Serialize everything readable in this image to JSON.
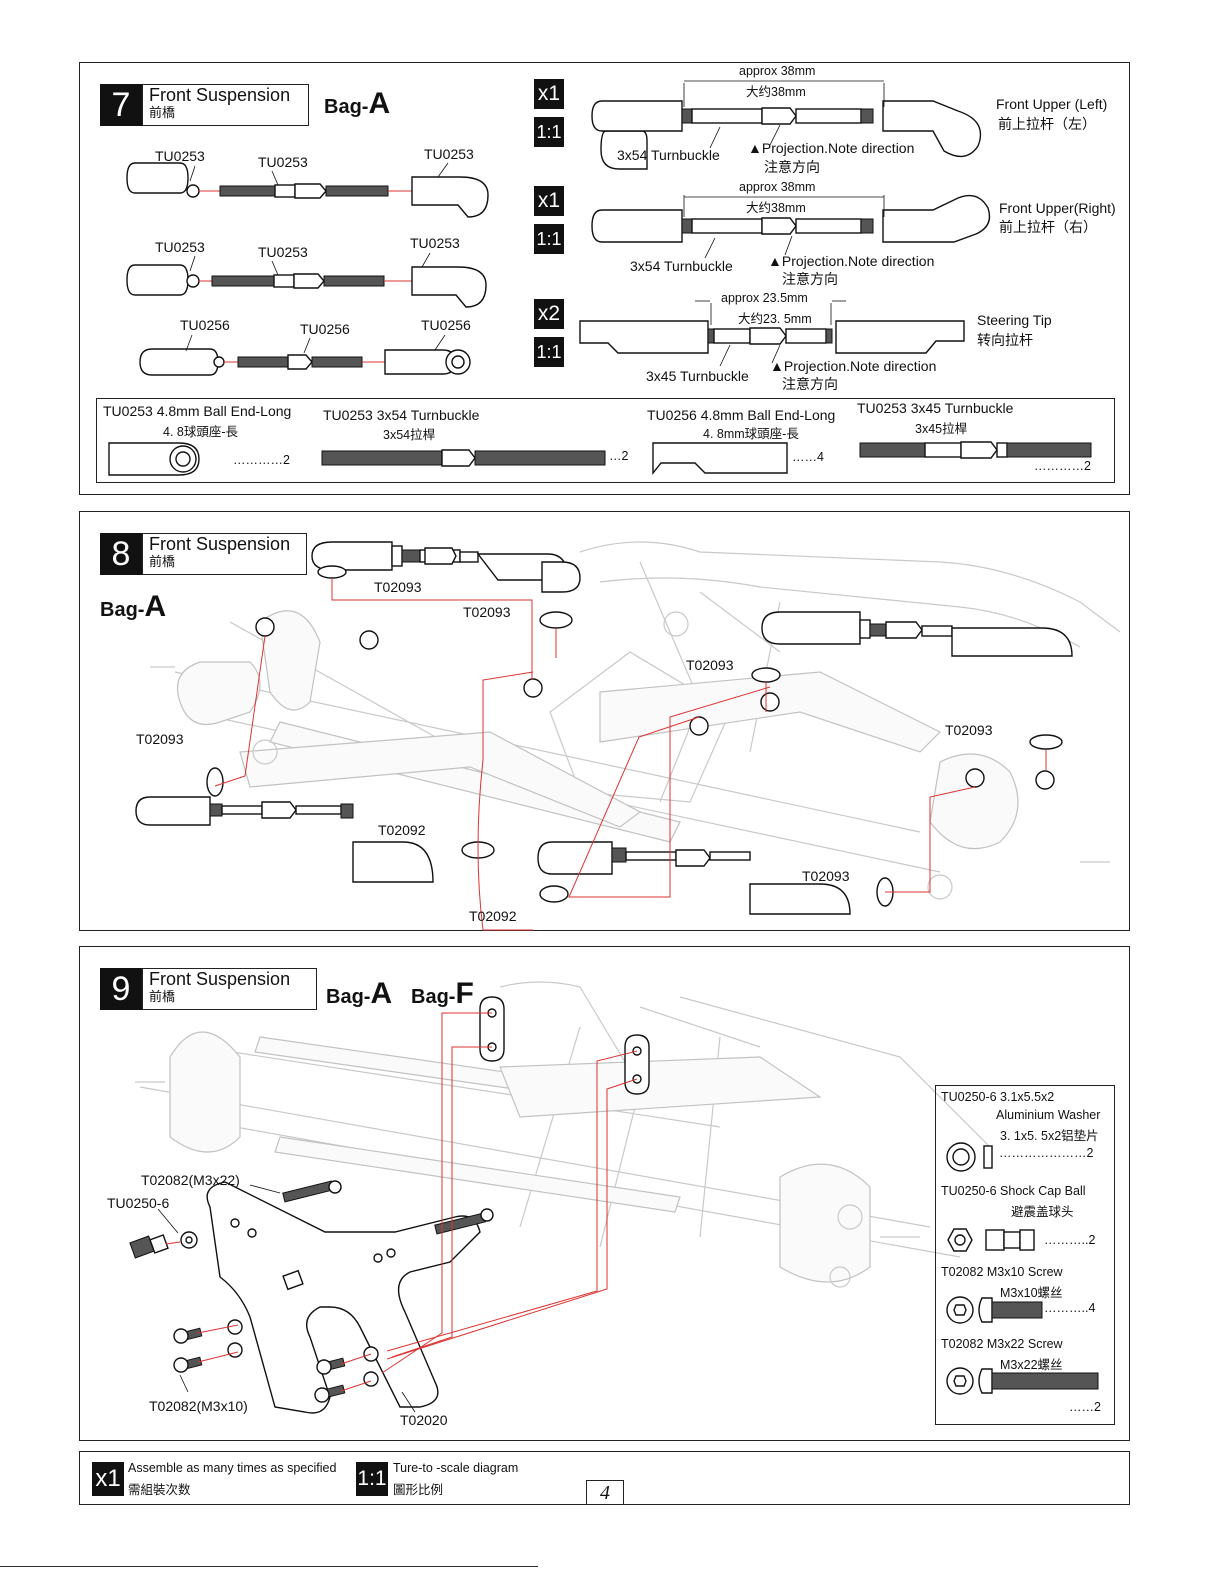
{
  "step7": {
    "number": "7",
    "title_en": "Front Suspension",
    "title_cn": "前橋",
    "bag_prefix": "Bag-",
    "bag_letter": "A",
    "left_labels": [
      "TU0253",
      "TU0253",
      "TU0253",
      "TU0253",
      "TU0253",
      "TU0253",
      "TU0256",
      "TU0256",
      "TU0256"
    ],
    "diagrams": [
      {
        "count": "x1",
        "scale": "1:1",
        "length_en": "approx 38mm",
        "length_cn": "大约38mm",
        "turnbuckle": "3x54 Turnbuckle",
        "note_en": "▲Projection.Note direction",
        "note_cn": "注意方向",
        "name_en": "Front Upper (Left)",
        "name_cn": "前上拉杆（左）"
      },
      {
        "count": "x1",
        "scale": "1:1",
        "length_en": "approx 38mm",
        "length_cn": "大约38mm",
        "turnbuckle": "3x54 Turnbuckle",
        "note_en": "▲Projection.Note direction",
        "note_cn": "注意方向",
        "name_en": "Front Upper(Right)",
        "name_cn": "前上拉杆（右）"
      },
      {
        "count": "x2",
        "scale": "1:1",
        "length_en": "approx 23.5mm",
        "length_cn": "大约23. 5mm",
        "turnbuckle": "3x45 Turnbuckle",
        "note_en": "▲Projection.Note direction",
        "note_cn": "注意方向",
        "name_en": "Steering Tip",
        "name_cn": "转向拉杆"
      }
    ],
    "parts": [
      {
        "name_en": "TU0253  4.8mm Ball End-Long",
        "name_cn": "4. 8球頭座-長",
        "qty": "…………2"
      },
      {
        "name_en": "TU0253 3x54 Turnbuckle",
        "name_cn": "3x54拉桿",
        "qty": "…2"
      },
      {
        "name_en": "TU0256 4.8mm Ball End-Long",
        "name_cn": "4. 8mm球頭座-長",
        "qty": "……4"
      },
      {
        "name_en": "TU0253 3x45 Turnbuckle",
        "name_cn": "3x45拉桿",
        "qty": "…………2"
      }
    ]
  },
  "step8": {
    "number": "8",
    "title_en": "Front Suspension",
    "title_cn": "前橋",
    "bag_prefix": "Bag-",
    "bag_letter": "A",
    "labels": [
      "T02093",
      "T02093",
      "T02093",
      "T02093",
      "T02093",
      "T02092",
      "T02092",
      "T02093"
    ]
  },
  "step9": {
    "number": "9",
    "title_en": "Front Suspension",
    "title_cn": "前橋",
    "bag_prefix": "Bag-",
    "bag_letter_1": "A",
    "bag_letter_2": "F",
    "labels": [
      "T02082(M3x22)",
      "TU0250-6",
      "T02082(M3x10)",
      "T02020"
    ],
    "parts": [
      {
        "name_en": "TU0250-6 3.1x5.5x2",
        "name_en2": "Aluminium Washer",
        "name_cn": "3. 1x5. 5x2铝垫片",
        "qty": "…………………2"
      },
      {
        "name_en": "TU0250-6 Shock Cap Ball",
        "name_cn": "避震盖球头",
        "qty": "………..2"
      },
      {
        "name_en": "T02082 M3x10 Screw",
        "name_cn": "M3x10螺丝",
        "qty": "………..4"
      },
      {
        "name_en": "T02082 M3x22 Screw",
        "name_cn": "M3x22螺丝",
        "qty": "……2"
      }
    ]
  },
  "legend": {
    "x1_badge": "x1",
    "x1_en": "Assemble as many times as specified",
    "x1_cn": "需組裝次数",
    "scale_badge": "1:1",
    "scale_en": "Ture-to -scale diagram",
    "scale_cn": "圖形比例",
    "page_number": "4"
  }
}
